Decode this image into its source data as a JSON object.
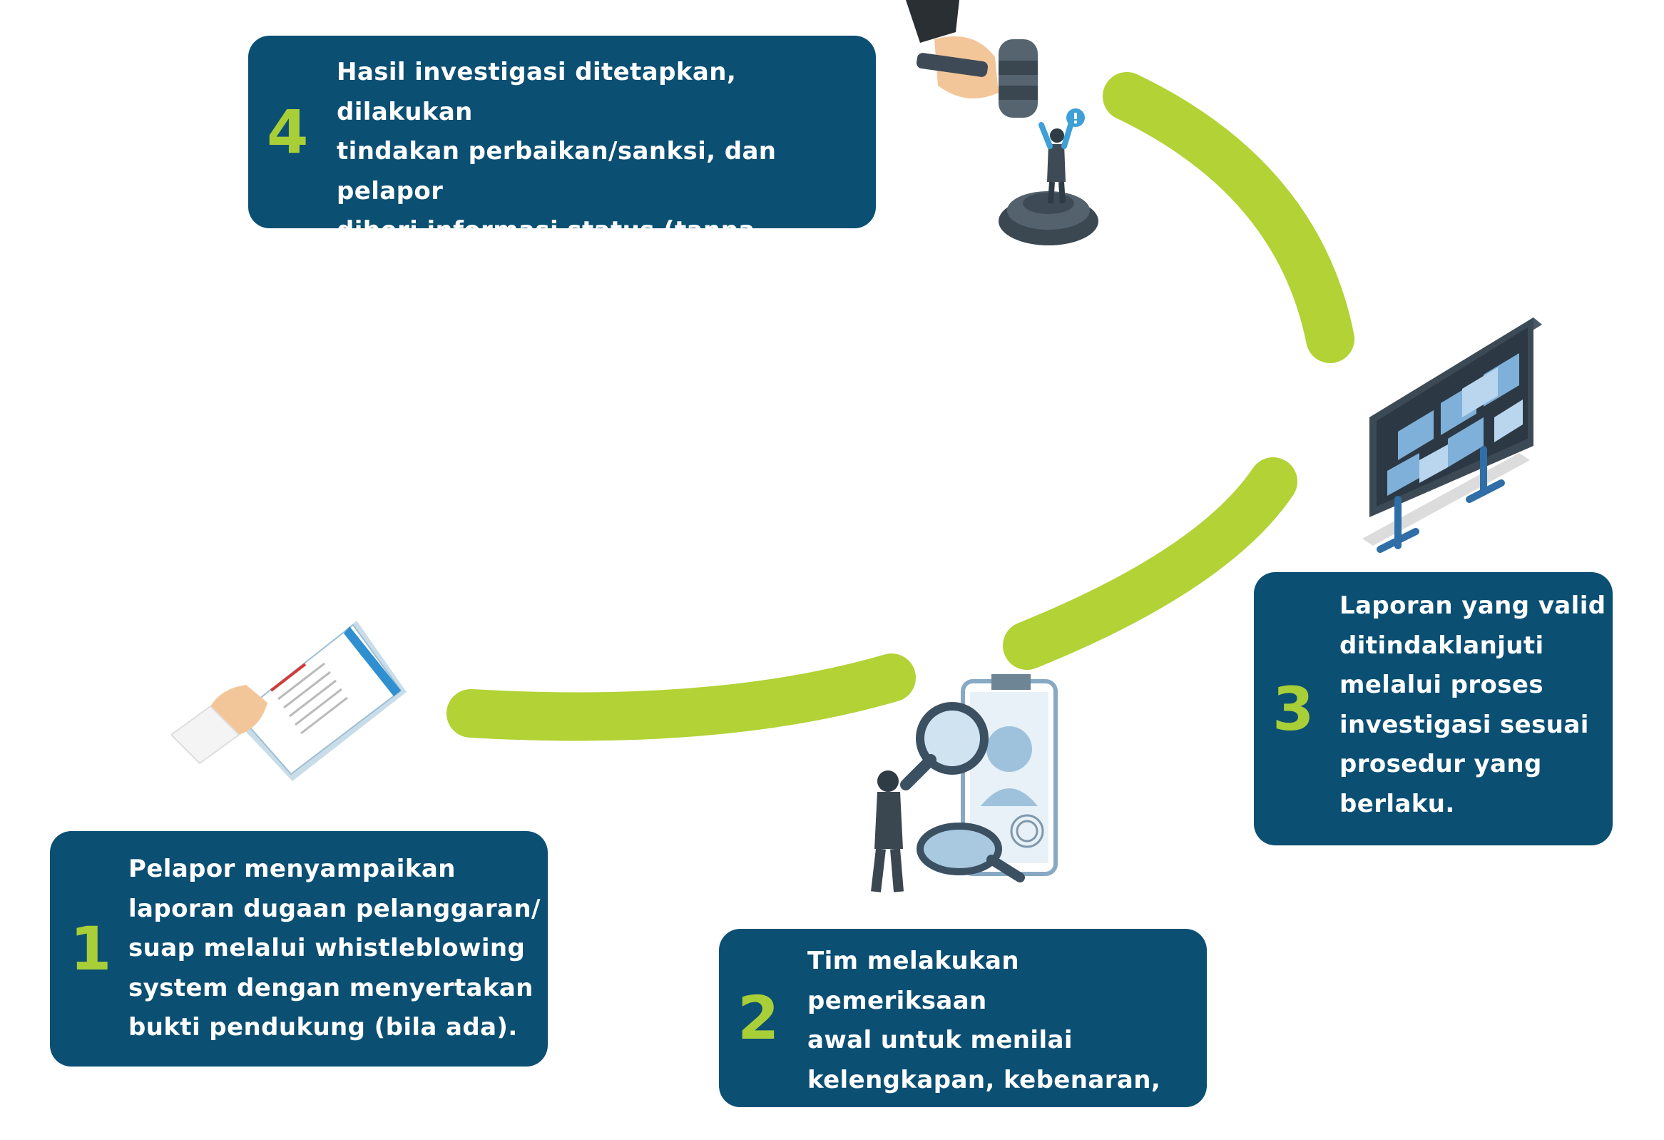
{
  "colors": {
    "card_bg": "#0b4f73",
    "number": "#a8cf38",
    "arc": "#b2d235",
    "text": "#ffffff"
  },
  "steps": [
    {
      "number": "1",
      "text": "Pelapor menyampaikan\nlaporan dugaan pelanggaran/\nsuap melalui whistleblowing\nsystem dengan menyertakan\nbukti pendukung (bila ada).",
      "icon": "report-document-icon"
    },
    {
      "number": "2",
      "text": "Tim melakukan pemeriksaan\nawal untuk menilai\nkelengkapan, kebenaran,\ndan kelayakan laporan.",
      "icon": "magnifier-inspection-icon"
    },
    {
      "number": "3",
      "text": "Laporan yang valid\nditindaklanjuti\nmelalui proses\ninvestigasi sesuai\nprosedur yang\nberlaku.",
      "icon": "investigation-board-icon"
    },
    {
      "number": "4",
      "text": "Hasil investigasi ditetapkan, dilakukan\ntindakan perbaikan/sanksi, dan pelapor\ndiberi informasi status (tanpa\nmengungkapkan kerahasiaan).",
      "icon": "gavel-judgment-icon"
    }
  ]
}
